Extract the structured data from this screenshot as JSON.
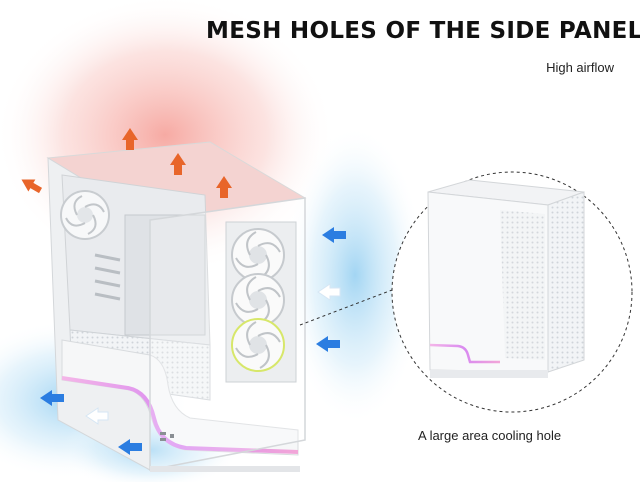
{
  "title": "MESH HOLES OF THE SIDE PANEL",
  "subtitle": "High airflow",
  "caption": "A large area cooling hole",
  "icons": {
    "exhaust": "arrow-up-icon",
    "intake": "arrow-left-icon",
    "fan": "fan-icon"
  },
  "colors": {
    "exhaust_glow": "#f7a7a0",
    "exhaust_arrow": "#e8652a",
    "intake_glow": "#9fd4f2",
    "intake_arrow": "#2b7de1",
    "rgb_strip": "#e28be6"
  }
}
